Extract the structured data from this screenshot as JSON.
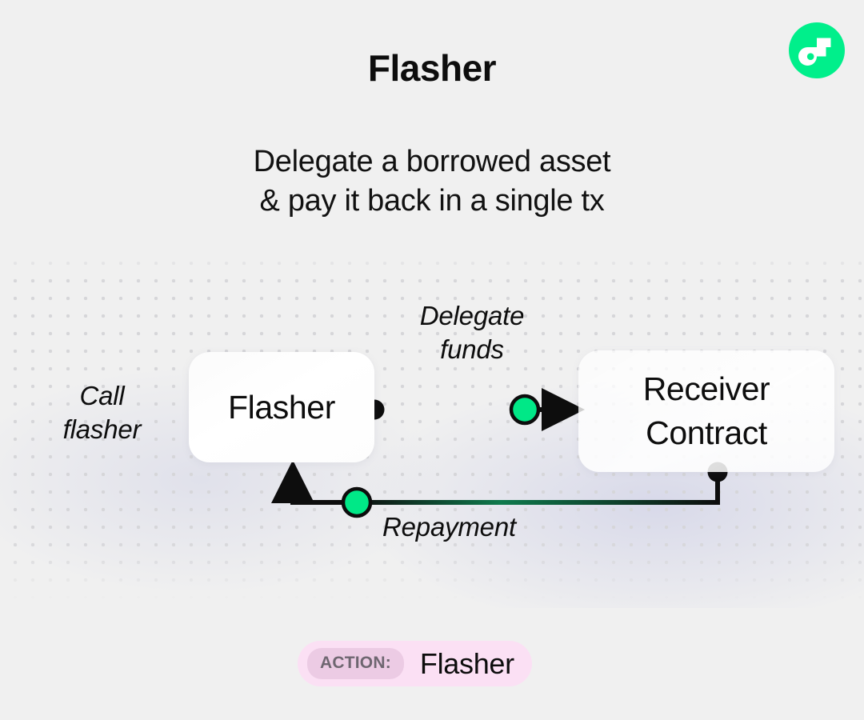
{
  "page": {
    "background_color": "#f0f0f0",
    "title": "Flasher",
    "subtitle": "Delegate a borrowed asset\n& pay it back in a single tx"
  },
  "logo": {
    "name": "flow-logo",
    "circle_color": "#00ef8b",
    "glyph_color": "#ffffff",
    "accent_color": "#16ff99"
  },
  "diagram": {
    "nodes": [
      {
        "id": "flasher",
        "label": "Flasher"
      },
      {
        "id": "receiver",
        "label": "Receiver\nContract"
      }
    ],
    "labels": {
      "call_flasher": "Call\nflasher",
      "delegate_funds": "Delegate\nfunds",
      "repayment": "Repayment"
    },
    "colors": {
      "edge": "#0d0d0d",
      "node_dot": "#0d0d0d",
      "token_dot_fill": "#00e887",
      "token_dot_stroke": "#0d0d0d",
      "token_edge_tint": "#0f7a4d",
      "grid_dot": "#d6d6d9"
    },
    "edges": [
      {
        "id": "delegate",
        "from": "flasher",
        "to": "receiver",
        "label": "Delegate\nfunds",
        "has_token": true
      },
      {
        "id": "repayment",
        "from": "receiver",
        "to": "flasher",
        "label": "Repayment",
        "has_token": true
      }
    ]
  },
  "action_badge": {
    "key": "ACTION:",
    "value": "Flasher",
    "background_color": "#fbe0f4",
    "key_background_color": "#eccbe4",
    "key_text_color": "#6e6670"
  }
}
